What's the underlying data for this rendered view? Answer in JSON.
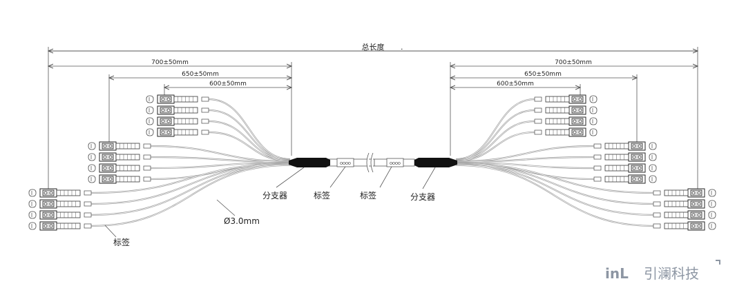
{
  "diagram": {
    "total_length_label": "总长度",
    "left_dims": [
      "700±50mm",
      "650±50mm",
      "600±50mm"
    ],
    "right_dims": [
      "700±50mm",
      "650±50mm",
      "600±50mm"
    ],
    "labels": {
      "splitter_left": "分支器",
      "tag_left": "标签",
      "tag_right": "标签",
      "splitter_right": "分支器",
      "cable_diameter": "Ø3.0mm",
      "tag_bottom": "标签"
    }
  },
  "brand": {
    "logo_mark": "inL",
    "name": "引澜科技"
  },
  "colors": {
    "line": "#555555",
    "fiber": "#9a9a9a",
    "splitter": "#111111",
    "logo": "#8d96a3"
  }
}
